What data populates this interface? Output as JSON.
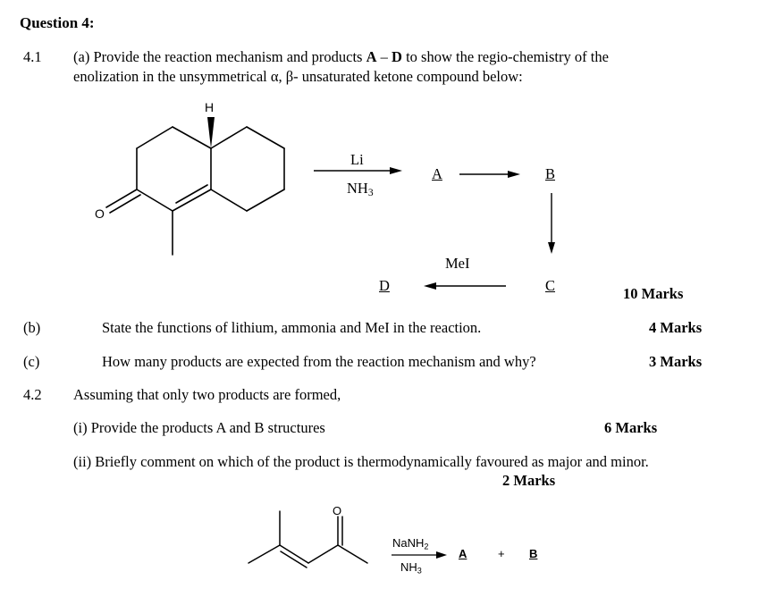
{
  "question_title": "Question 4:",
  "q41": {
    "number": "4.1",
    "a_prefix": "(a) Provide the reaction mechanism and products ",
    "a_bold_A": "A",
    "a_dash": " – ",
    "a_bold_D": "D",
    "a_suffix": " to show the regio-chemistry of the",
    "a_line2": "enolization in the unsymmetrical α, β- unsaturated ketone compound below:",
    "scheme1": {
      "atom_H": "H",
      "atom_O": "O",
      "reagent_top": "Li",
      "reagent_bottom_main": "NH",
      "reagent_bottom_sub": "3",
      "label_A": "A",
      "label_B": "B",
      "label_C": "C",
      "label_D": "D",
      "reagent_MeI": "MeI"
    },
    "a_marks": "10 Marks",
    "b_label": "(b)",
    "b_text": "State the functions of lithium, ammonia and MeI in the reaction.",
    "b_marks": "4 Marks",
    "c_label": "(c)",
    "c_text": "How many products are expected from the reaction mechanism and why?",
    "c_marks": "3 Marks"
  },
  "q42": {
    "number": "4.2",
    "intro": "Assuming that only two products are formed,",
    "i_text": "(i) Provide the products A and B structures",
    "i_marks": "6 Marks",
    "ii_text": "(ii) Briefly comment on which of the product is thermodynamically favoured as major and minor.",
    "ii_marks": "2 Marks",
    "scheme2": {
      "atom_O": "O",
      "reagent_top_main": "NaNH",
      "reagent_top_sub": "2",
      "reagent_bottom_main": "NH",
      "reagent_bottom_sub": "3",
      "label_A": "A",
      "plus": "+",
      "label_B": "B"
    }
  }
}
